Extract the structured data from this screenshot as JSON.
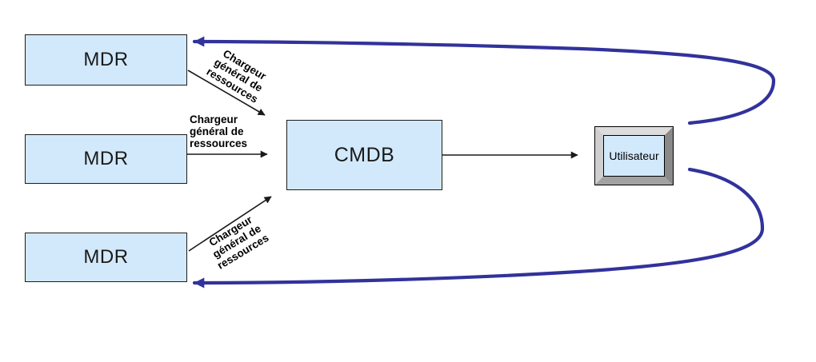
{
  "diagram_title": "MDR / CMDB / Utilisateur data flow diagram",
  "colors": {
    "background": "#ffffff",
    "node_fill": "#d2e9fb",
    "node_border": "#1c1c1c",
    "flow_blue": "#32329c",
    "arrow_black": "#1a1a1a"
  },
  "nodes": {
    "mdr_top": {
      "label": "MDR"
    },
    "mdr_middle": {
      "label": "MDR"
    },
    "mdr_bottom": {
      "label": "MDR"
    },
    "cmdb": {
      "label": "CMDB"
    },
    "utilisateur": {
      "label": "Utilisateur"
    }
  },
  "edges": {
    "top_loader": {
      "text": "Chargeur général de ressources",
      "lines": [
        "Chargeur",
        "général de",
        "ressources"
      ],
      "from": "mdr_top",
      "to": "cmdb"
    },
    "middle_loader": {
      "text": "Chargeur général de ressources",
      "lines": [
        "Chargeur",
        "général de",
        "ressources"
      ],
      "from": "mdr_middle",
      "to": "cmdb"
    },
    "bottom_loader": {
      "text": "Chargeur général de ressources",
      "lines": [
        "Chargeur",
        "général de",
        "ressources"
      ],
      "from": "mdr_bottom",
      "to": "cmdb"
    },
    "cmdb_to_user": {
      "text": "",
      "from": "cmdb",
      "to": "utilisateur"
    },
    "user_to_mdr_top": {
      "text": "",
      "from": "utilisateur",
      "to": "mdr_top"
    },
    "user_to_mdr_bottom": {
      "text": "",
      "from": "utilisateur",
      "to": "mdr_bottom"
    }
  }
}
